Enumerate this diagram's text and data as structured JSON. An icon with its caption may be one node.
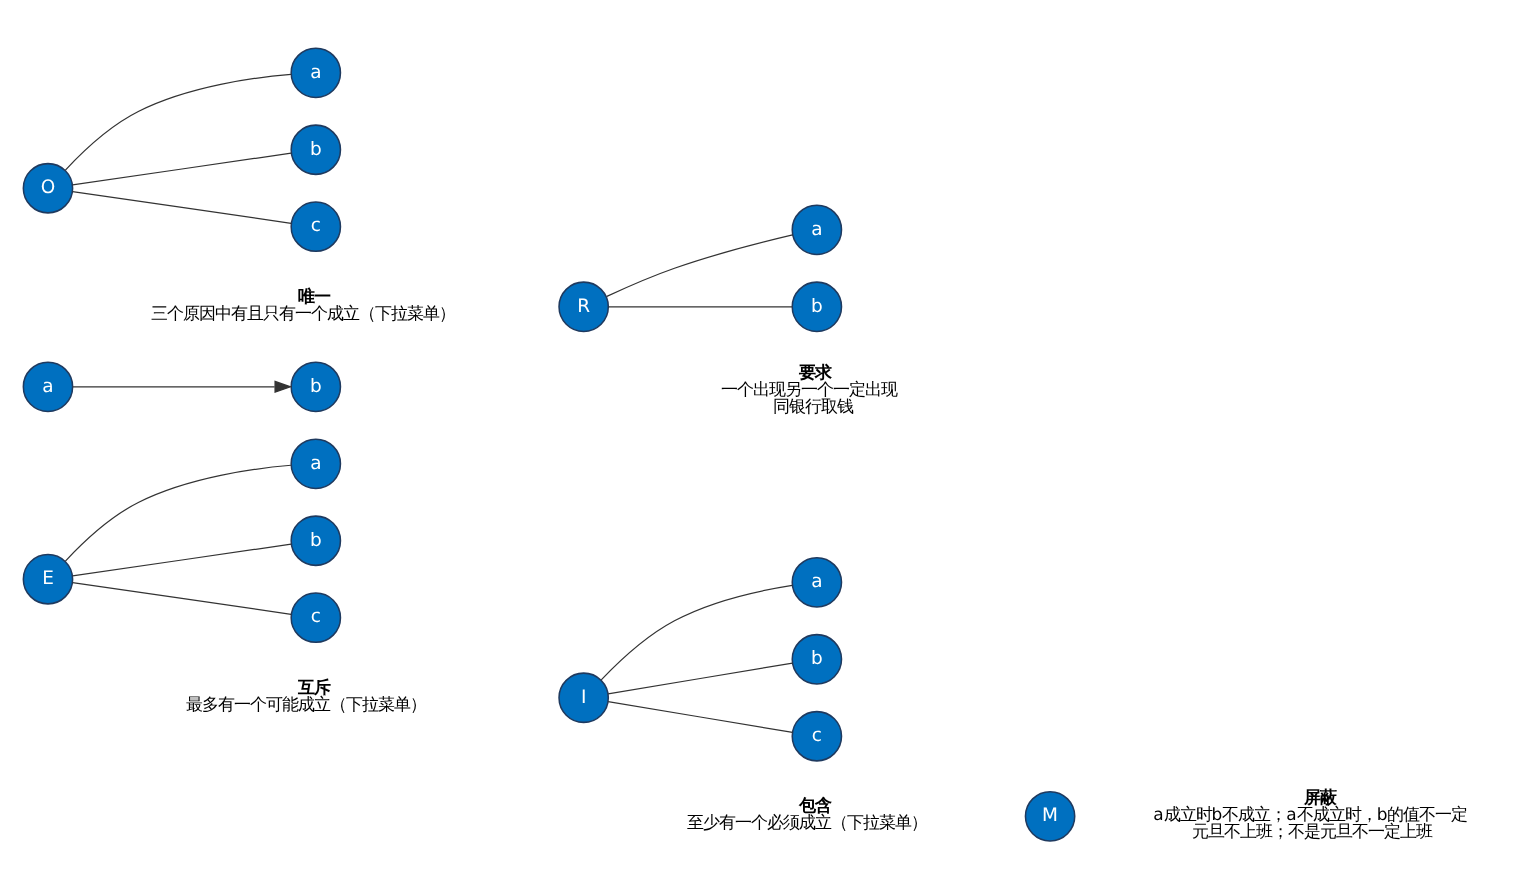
{
  "diagram": {
    "nodes": [
      {
        "text": [
          "E"
        ],
        "beside": [
          "互斥",
          "最多有一个可能成立（下拉菜单）"
        ]
      },
      {
        "text": [
          "a"
        ]
      },
      {
        "text": [
          "b"
        ]
      },
      {
        "text": [
          "c"
        ]
      },
      {
        "text": [
          "I"
        ],
        "beside": [
          "包含",
          "至少有一个必须成立（下拉菜单）"
        ]
      },
      {
        "text": [
          "a"
        ]
      },
      {
        "text": [
          "b"
        ]
      },
      {
        "text": [
          "c"
        ]
      },
      {
        "text": [
          "M"
        ],
        "beside": [
          "屏蔽",
          "a成立时b不成立；a不成立时，b的值不一定",
          "元旦不上班；不是元旦不一定上班"
        ]
      },
      {
        "text": [
          "a"
        ]
      },
      {
        "text": [
          "b"
        ]
      },
      {
        "text": [
          "O"
        ],
        "beside": [
          "唯一",
          "三个原因中有且只有一个成立（下拉菜单）"
        ]
      },
      {
        "text": [
          "a"
        ]
      },
      {
        "text": [
          "b"
        ]
      },
      {
        "text": [
          "c"
        ]
      },
      {
        "text": [
          "R"
        ],
        "beside": [
          "要求",
          "一个出现另一个一定出现",
          "同银行取钱"
        ]
      },
      {
        "text": [
          "a"
        ]
      },
      {
        "text": [
          "b"
        ]
      }
    ],
    "edges": [
      {
        "from": 0,
        "to": 1,
        "arrow": "none"
      },
      {
        "from": 0,
        "to": 2,
        "arrow": "none"
      },
      {
        "from": 0,
        "to": 3,
        "arrow": "none"
      },
      {
        "from": 4,
        "to": 5,
        "arrow": "none"
      },
      {
        "from": 4,
        "to": 6,
        "arrow": "none"
      },
      {
        "from": 4,
        "to": 7,
        "arrow": "none"
      },
      {
        "from": 9,
        "to": 10,
        "arrow": "to"
      },
      {
        "from": 11,
        "to": 12,
        "arrow": "none"
      },
      {
        "from": 11,
        "to": 13,
        "arrow": "none"
      },
      {
        "from": 11,
        "to": 14,
        "arrow": "none"
      },
      {
        "from": 15,
        "to": 16,
        "arrow": "none"
      },
      {
        "from": 15,
        "to": 17,
        "arrow": "none"
      }
    ]
  }
}
